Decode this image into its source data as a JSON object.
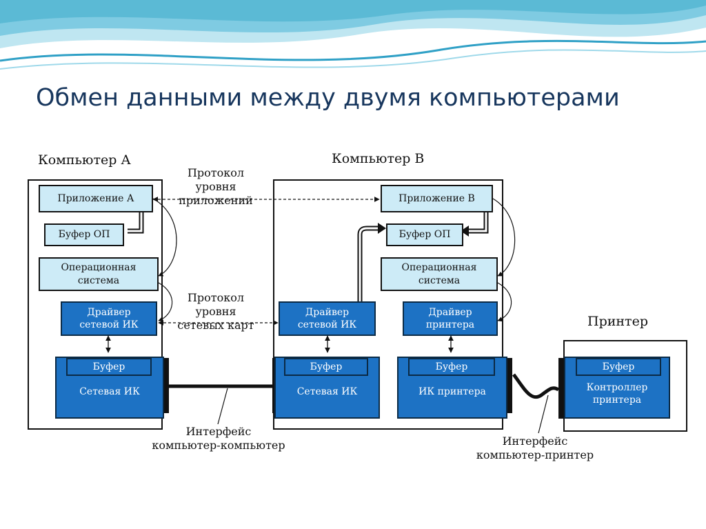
{
  "title": "Обмен данными между двумя компьютерами",
  "colors": {
    "title": "#17365d",
    "light_block": "#cdebf7",
    "dark_block": "#1d72c4",
    "wave": "#5bbad5"
  },
  "computer_a": {
    "label": "Компьютер А",
    "app": "Приложение А",
    "buffer_op": "Буфер ОП",
    "os_line1": "Операционная",
    "os_line2": "система",
    "driver_line1": "Драйвер",
    "driver_line2": "сетевой ИК",
    "buffer": "Буфер",
    "nic": "Сетевая ИК"
  },
  "computer_b": {
    "label": "Компьютер В",
    "app": "Приложение В",
    "buffer_op": "Буфер ОП",
    "os_line1": "Операционная",
    "os_line2": "система",
    "driver_net_line1": "Драйвер",
    "driver_net_line2": "сетевой ИК",
    "driver_printer_line1": "Драйвер",
    "driver_printer_line2": "принтера",
    "buffer_net": "Буфер",
    "nic": "Сетевая ИК",
    "buffer_printer": "Буфер",
    "printer_card": "ИК принтера"
  },
  "printer": {
    "label": "Принтер",
    "buffer": "Буфер",
    "controller_line1": "Контроллер",
    "controller_line2": "принтера"
  },
  "protocols": {
    "app_line1": "Протокол",
    "app_line2": "уровня",
    "app_line3": "приложений",
    "net_line1": "Протокол",
    "net_line2": "уровня",
    "net_line3": "сетевых карт"
  },
  "interfaces": {
    "cc_line1": "Интерфейс",
    "cc_line2": "компьютер-компьютер",
    "cp_line1": "Интерфейс",
    "cp_line2": "компьютер-принтер"
  }
}
